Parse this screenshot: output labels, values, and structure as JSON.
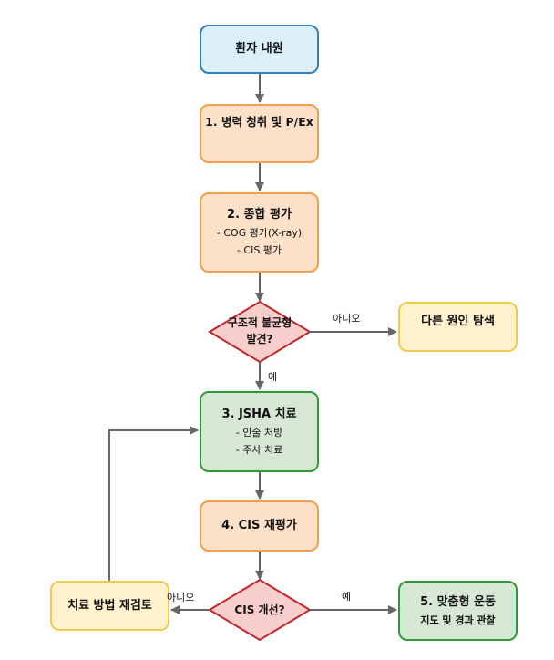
{
  "nodes": {
    "start": {
      "title": "환자 내원"
    },
    "step1": {
      "title": "1. 병력 청취 및 P/Ex"
    },
    "step2": {
      "title": "2. 종합 평가",
      "lines": [
        "- COG 평가(X-ray)",
        "- CIS 평가"
      ]
    },
    "decision1": {
      "lines": [
        "구조적 불균형",
        "발견?"
      ]
    },
    "other_cause": {
      "title": "다른 원인 탐색"
    },
    "step3": {
      "title": "3. JSHA 치료",
      "lines": [
        "- 인술 처방",
        "- 주사 치료"
      ]
    },
    "step4": {
      "title": "4. CIS 재평가"
    },
    "decision2": {
      "title": "CIS 개선?"
    },
    "review": {
      "title": "치료 방법 재검토"
    },
    "step5": {
      "title": "5. 맞춤형 운동",
      "lines": [
        "지도 및 경과 관찰"
      ]
    }
  },
  "edge_labels": {
    "d1_no": "아니오",
    "d1_yes": "예",
    "d2_no": "아니오",
    "d2_yes": "예"
  },
  "colors": {
    "edge": "#666666",
    "decision_fill": "#f8cecc",
    "decision_stroke": "#c0262c"
  }
}
